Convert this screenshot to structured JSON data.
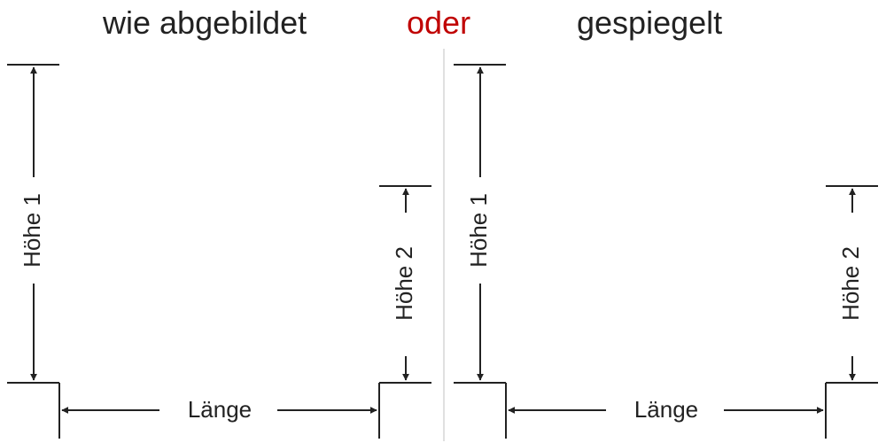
{
  "header": {
    "left": "wie abgebildet",
    "middle": "oder",
    "right": "gespiegelt"
  },
  "colors": {
    "text": "#222222",
    "accent": "#c00000",
    "line": "#222222",
    "divider": "#d6d6d6"
  },
  "labels": {
    "height1": "Höhe 1",
    "height2": "Höhe 2",
    "length": "Länge"
  }
}
